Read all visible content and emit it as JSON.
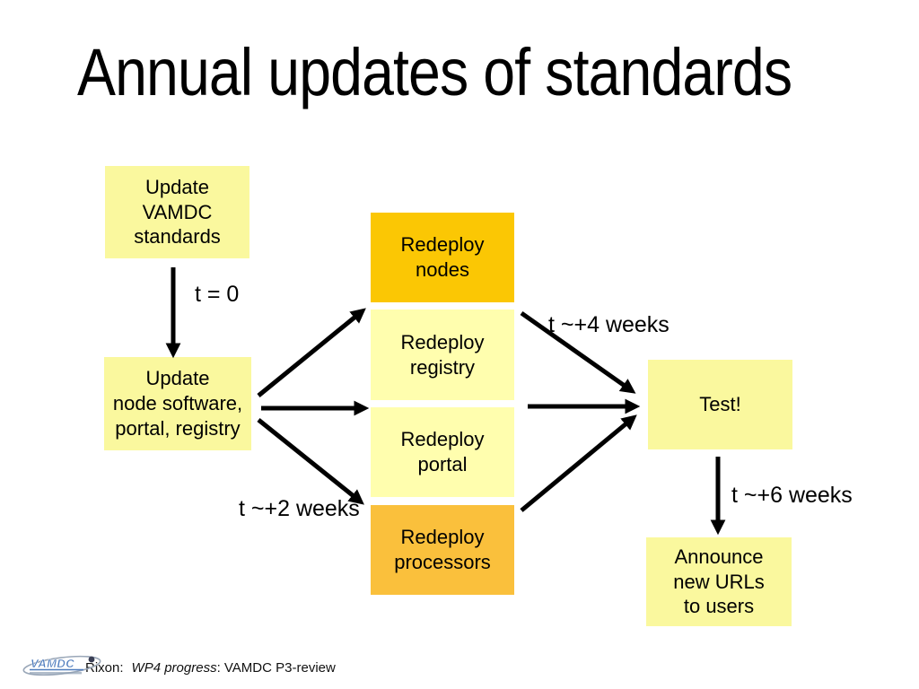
{
  "slide": {
    "title": "Annual updates of standards"
  },
  "colors": {
    "pale_yellow": "#FAF89E",
    "light_yellow": "#FFFEAE",
    "gold": "#FBC704",
    "orange": "#FAC03C",
    "arrow": "#000000",
    "logo_blue": "#4d7bbd"
  },
  "boxes": {
    "update_standards": {
      "label": "Update\nVAMDC\nstandards",
      "color": "#FAF89E"
    },
    "update_node": {
      "label": "Update\nnode software,\nportal, registry",
      "color": "#FAF89E"
    },
    "redeploy_nodes": {
      "label": "Redeploy\nnodes",
      "color": "#FBC704"
    },
    "redeploy_registry": {
      "label": "Redeploy\nregistry",
      "color": "#FFFEAE"
    },
    "redeploy_portal": {
      "label": "Redeploy\nportal",
      "color": "#FFFEAE"
    },
    "redeploy_processors": {
      "label": "Redeploy\nprocessors",
      "color": "#FAC03C"
    },
    "test": {
      "label": "Test!",
      "color": "#FAF89E"
    },
    "announce": {
      "label": "Announce\nnew URLs\nto users",
      "color": "#FAF89E"
    }
  },
  "labels": {
    "t0": "t = 0",
    "t2": "t ~+2 weeks",
    "t4": "t ~+4 weeks",
    "t6": "t ~+6 weeks"
  },
  "edges": [
    {
      "from": "update_standards",
      "to": "update_node",
      "label": "t = 0"
    },
    {
      "from": "update_node",
      "to": "redeploy_nodes"
    },
    {
      "from": "update_node",
      "to": "redeploy_registry"
    },
    {
      "from": "update_node",
      "to": "redeploy_processors",
      "label": "t ~+2 weeks"
    },
    {
      "from": "redeploy_nodes",
      "to": "test",
      "label": "t ~+4 weeks"
    },
    {
      "from": "redeploy_portal",
      "to": "test"
    },
    {
      "from": "redeploy_processors",
      "to": "test"
    },
    {
      "from": "test",
      "to": "announce",
      "label": "t ~+6 weeks"
    }
  ],
  "footer": {
    "logo_text": "VAMDC",
    "author": "Rixon:",
    "presentation_title": "WP4 progress",
    "suffix": ": VAMDC P3-review"
  }
}
